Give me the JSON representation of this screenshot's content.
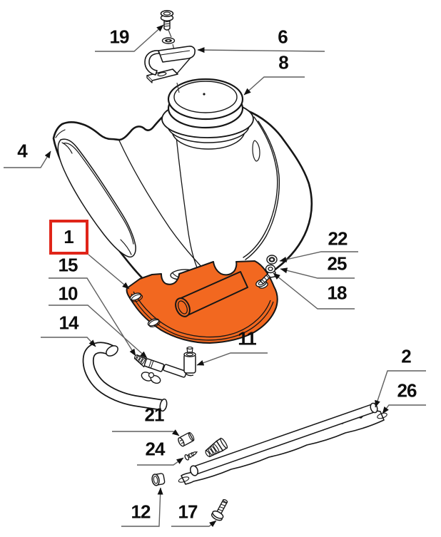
{
  "colors": {
    "highlight": "#f26820",
    "callout_box": "#e02519",
    "outline": "#161616",
    "leader": "#5f5f5f",
    "background": "#ffffff"
  },
  "callouts": {
    "c1": "1",
    "c2": "2",
    "c4": "4",
    "c6": "6",
    "c8": "8",
    "c10": "10",
    "c11": "11",
    "c12": "12",
    "c14": "14",
    "c15": "15",
    "c17": "17",
    "c18": "18",
    "c19": "19",
    "c21": "21",
    "c22": "22",
    "c24": "24",
    "c25": "25",
    "c26": "26"
  }
}
